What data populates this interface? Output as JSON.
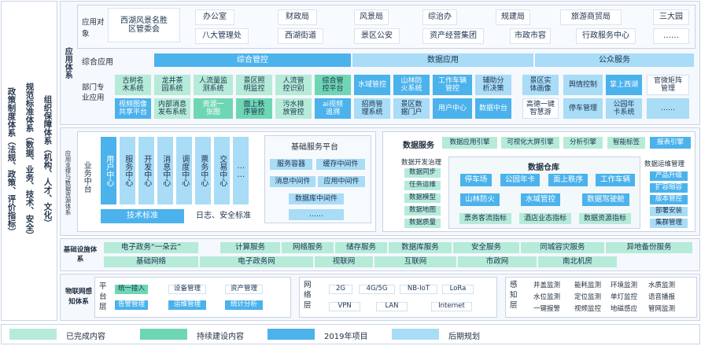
{
  "left_columns": [
    "政策制度体系（法规、政策、评价指标）",
    "规范标准体系（数据、业务、技术、安全）",
    "组织保障体系（机构、人才、文化）"
  ],
  "app_system": {
    "title": "应用体系",
    "objects_label": "应用对象",
    "objects": [
      "西湖风景名胜区管委会",
      "办公室",
      "财政局",
      "风景局",
      "综治办",
      "规建局",
      "旅游商贸局",
      "三大园",
      "八大管理处",
      "西湖街道",
      "景区公安",
      "资产经营集团",
      "市政市容",
      "行政服务中心",
      "……"
    ],
    "integrated_label": "综合应用",
    "integrated": [
      "综合管控",
      "数据应用",
      "公众服务"
    ],
    "dept_label": "部门专业应用",
    "dept_row1": [
      "古树名木系统",
      "龙井茶园系统",
      "人流量监测系统",
      "景区照明监控",
      "人流管控识别",
      "综合管控平台",
      "水域管控",
      "山林防火系统",
      "工作车辆管控",
      "辅助分析决策",
      "景区实体画像",
      "舆情控制",
      "掌上西湖",
      "官微矩阵管理"
    ],
    "dept_row2": [
      "视频图像共享平台",
      "内部消息发布系统",
      "资源一张图",
      "面上秩序管控",
      "污水排放管控",
      "ai视频追溯",
      "招商管理系统",
      "景区数据门户",
      "用户中心",
      "数据中台",
      "高德一键智慧游",
      "停车管理",
      "公园年卡系统",
      "……"
    ]
  },
  "support_system": {
    "title": "应用支撑与数据资源体系",
    "biz_label": "业务中台",
    "biz_cols": [
      "用户中心",
      "服务中心",
      "开发中心",
      "消息中心",
      "调度中心",
      "票务中心",
      "交易中心",
      "……"
    ],
    "basic_platform_label": "基础服务平台",
    "basic_platform_items": [
      "服务容器",
      "缓存中间件",
      "消息中间件",
      "应用中间件",
      "数据库中间件",
      "……"
    ],
    "tech_std": "技术标准",
    "log_security": "日志、安全标准",
    "data_service_label": "数据服务",
    "data_service_items": [
      "数据应用引擎",
      "可视化大屏引擎",
      "分析引擎",
      "智能标签",
      "报表引擎"
    ],
    "dev_label": "数据开发治理",
    "dev_items": [
      "数据同步",
      "任务运维",
      "数据模型",
      "数据地图",
      "数据质量"
    ],
    "warehouse_label": "数据仓库",
    "warehouse_items": [
      "停车场",
      "公园年卡",
      "面上秩序",
      "工作车辆",
      "山林防火",
      "水域管控",
      "数据驾驶舱",
      "票务客流指标",
      "酒店业态指标",
      "数据资源指标"
    ],
    "ops_label": "数据运维管理",
    "ops_items": [
      "产品升级",
      "扩容缩容",
      "版本管控",
      "部署安装",
      "集群管理"
    ]
  },
  "infra": {
    "title": "基础设施体系",
    "row1_lead": "电子政务“一朵云”",
    "row1": [
      "计算服务",
      "网络服务",
      "储存服务",
      "数据库服务",
      "安全服务",
      "同城容灾服务",
      "异地备份服务"
    ],
    "row2_lead": "基础网络",
    "row2": [
      "电子政务网",
      "视联网",
      "互联网",
      "市政网",
      "南北机房"
    ]
  },
  "iot": {
    "title": "物联网感知体系",
    "platform_label": "平台层",
    "platform_items": [
      "统一接入",
      "设备管理",
      "资产管理",
      "告警管理",
      "运维管理",
      "统计分析"
    ],
    "network_label": "网络层",
    "network_items": [
      "2G",
      "4G/5G",
      "NB-IoT",
      "LoRa",
      "VPN",
      "LAN",
      "Internet"
    ],
    "sensing_label": "感知层",
    "sensing_items": [
      "井盖监测",
      "能耗监测",
      "环境监测",
      "水质监测",
      "水位监测",
      "定位监测",
      "单灯监控",
      "语音播报",
      "一键报警",
      "视频监控",
      "地磁感应",
      "管网监测"
    ]
  },
  "legend": [
    {
      "label": "已完成内容",
      "color": "#b5ebd8"
    },
    {
      "label": "持续建设内容",
      "color": "#6fd6b4"
    },
    {
      "label": "2019年项目",
      "color": "#4bb2ec"
    },
    {
      "label": "后期规划",
      "color": "#a9dcf6"
    }
  ]
}
